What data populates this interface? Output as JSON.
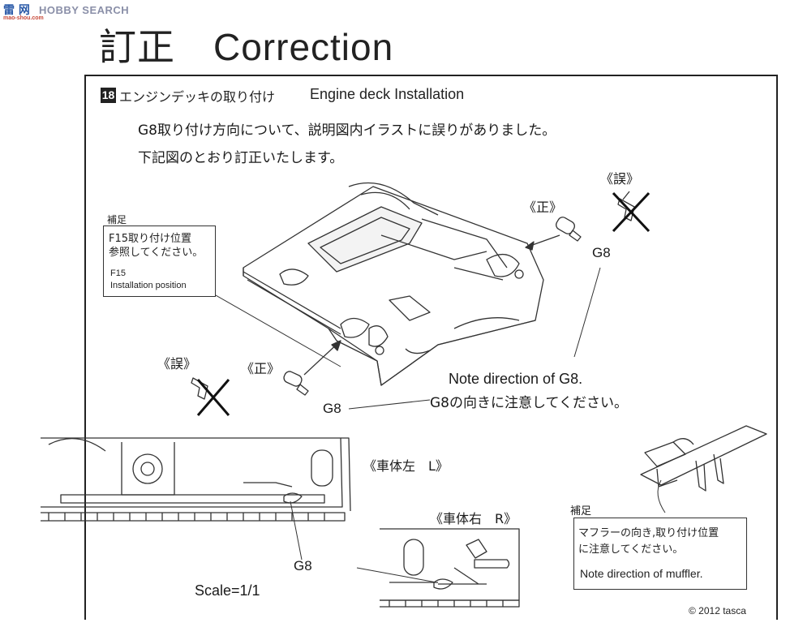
{
  "watermark": {
    "text": "HOBBY SEARCH",
    "logo_text": "雷 网",
    "sub": "mao-shou.com"
  },
  "header": {
    "title": "訂正　Correction"
  },
  "step": {
    "number": "18",
    "title_jp": "エンジンデッキの取り付け",
    "title_en": "Engine deck Installation"
  },
  "body": {
    "line1": "G8取り付け方向について、説明図内イラストに誤りがありました。",
    "line2": "下記図のとおり訂正いたします。"
  },
  "labels": {
    "wrong_top": "《誤》",
    "correct_top": "《正》",
    "g8_top": "G8",
    "wrong_left": "《誤》",
    "correct_left": "《正》",
    "g8_left": "G8",
    "note_en": "Note direction of G8.",
    "note_jp": "G8の向きに注意してください。",
    "hull_left": "《車体左　L》",
    "hull_right": "《車体右　R》",
    "g8_bottom": "G8",
    "scale": "Scale=1/1",
    "copyright": "© 2012 tasca"
  },
  "supplement_left": {
    "heading": "補足",
    "box_line1": "F15取り付け位置",
    "box_line2": "参照してください。",
    "en_line1": "F15",
    "en_line2": "Installation position"
  },
  "supplement_right": {
    "heading": "補足",
    "line1": "マフラーの向き,取り付け位置",
    "line2": "に注意してください。",
    "line3": "Note direction of muffler."
  }
}
